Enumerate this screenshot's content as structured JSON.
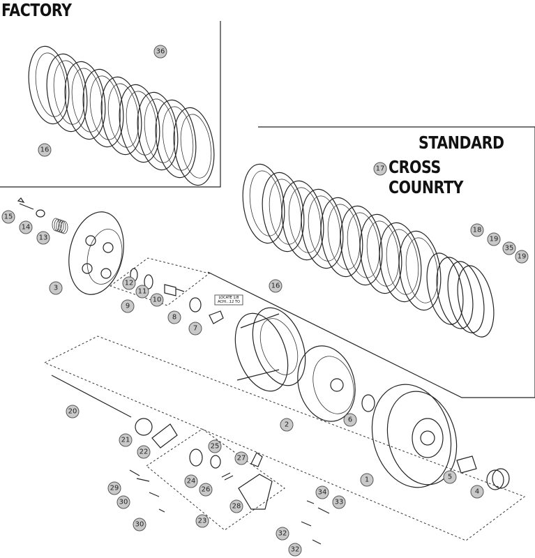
{
  "headings": {
    "factory": "FACTORY",
    "standard_line1": "STANDARD",
    "standard_line2": "CROSS COUNRTY"
  },
  "stamp": {
    "line1": "LOCATE 1/8",
    "line2": "ACHI...12 TO"
  },
  "colors": {
    "callout_fill": "#c9c9c9",
    "line": "#222222"
  },
  "callouts": {
    "c36": "36",
    "c16a": "16",
    "c17": "17",
    "c16b": "16",
    "c18": "18",
    "c19a": "19",
    "c35": "35",
    "c19b": "19",
    "c15": "15",
    "c14": "14",
    "c13": "13",
    "c3": "3",
    "c12": "12",
    "c11": "11",
    "c10": "10",
    "c9": "9",
    "c8": "8",
    "c7": "7",
    "c20": "20",
    "c2": "2",
    "c6": "6",
    "c1": "1",
    "c5": "5",
    "c4": "4",
    "c21": "21",
    "c22": "22",
    "c25": "25",
    "c27": "27",
    "c24": "24",
    "c26": "26",
    "c29": "29",
    "c30a": "30",
    "c30b": "30",
    "c28": "28",
    "c23": "23",
    "c34": "34",
    "c33": "33",
    "c32a": "32",
    "c32b": "32"
  }
}
